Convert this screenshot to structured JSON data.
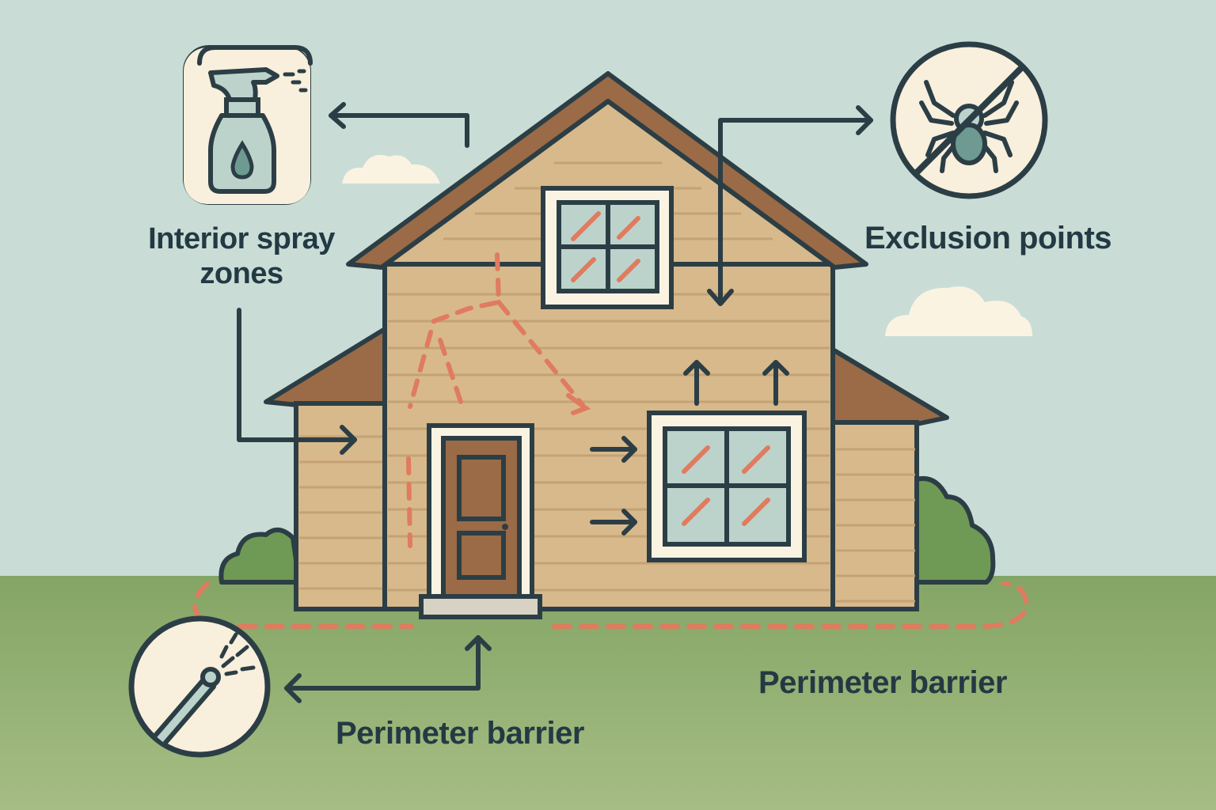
{
  "labels": {
    "interior_spray_line1": "Interior spray",
    "interior_spray_line2": "zones",
    "exclusion_points": "Exclusion points",
    "perimeter_barrier_left": "Perimeter barrier",
    "perimeter_barrier_right": "Perimeter barrier"
  },
  "icons": {
    "interior": "spray-bottle-icon",
    "exclusion": "no-spider-icon",
    "perimeter": "spray-wand-icon"
  },
  "colors": {
    "sky": "#c9ddd6",
    "ground": "#8fae6e",
    "siding": "#d7b98c",
    "roof": "#9a6b46",
    "door": "#9a6b46",
    "outline": "#2c3e45",
    "accent_dash": "#e07b5f",
    "glass": "#bcd3cc",
    "icon_bg": "#f8efdc",
    "shrub": "#6f9a55",
    "cloud": "#fbf3e2"
  }
}
